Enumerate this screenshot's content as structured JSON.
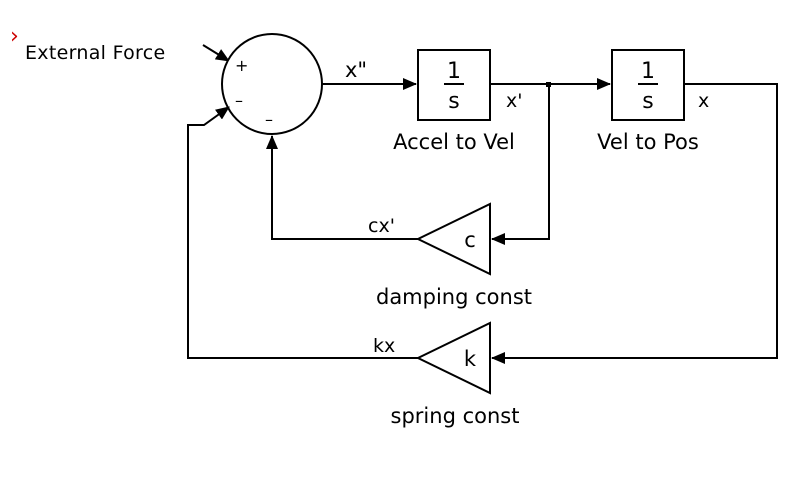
{
  "input": {
    "label": "External Force",
    "indicator": "›"
  },
  "sum_block": {
    "signs": {
      "top": "+",
      "left": "–",
      "bottom": "–"
    }
  },
  "integrators": [
    {
      "numerator": "1",
      "denominator": "s",
      "name": "Accel to Vel"
    },
    {
      "numerator": "1",
      "denominator": "s",
      "name": "Vel to Pos"
    }
  ],
  "gains": [
    {
      "symbol": "c",
      "name": "damping const"
    },
    {
      "symbol": "k",
      "name": "spring const"
    }
  ],
  "signals": {
    "accel": "x\"",
    "vel": "x'",
    "pos": "x",
    "damping_out": "cx'",
    "spring_out": "kx"
  },
  "colors": {
    "line": "#000000",
    "indicator": "#cc0000",
    "block_fill": "#ffffff"
  }
}
